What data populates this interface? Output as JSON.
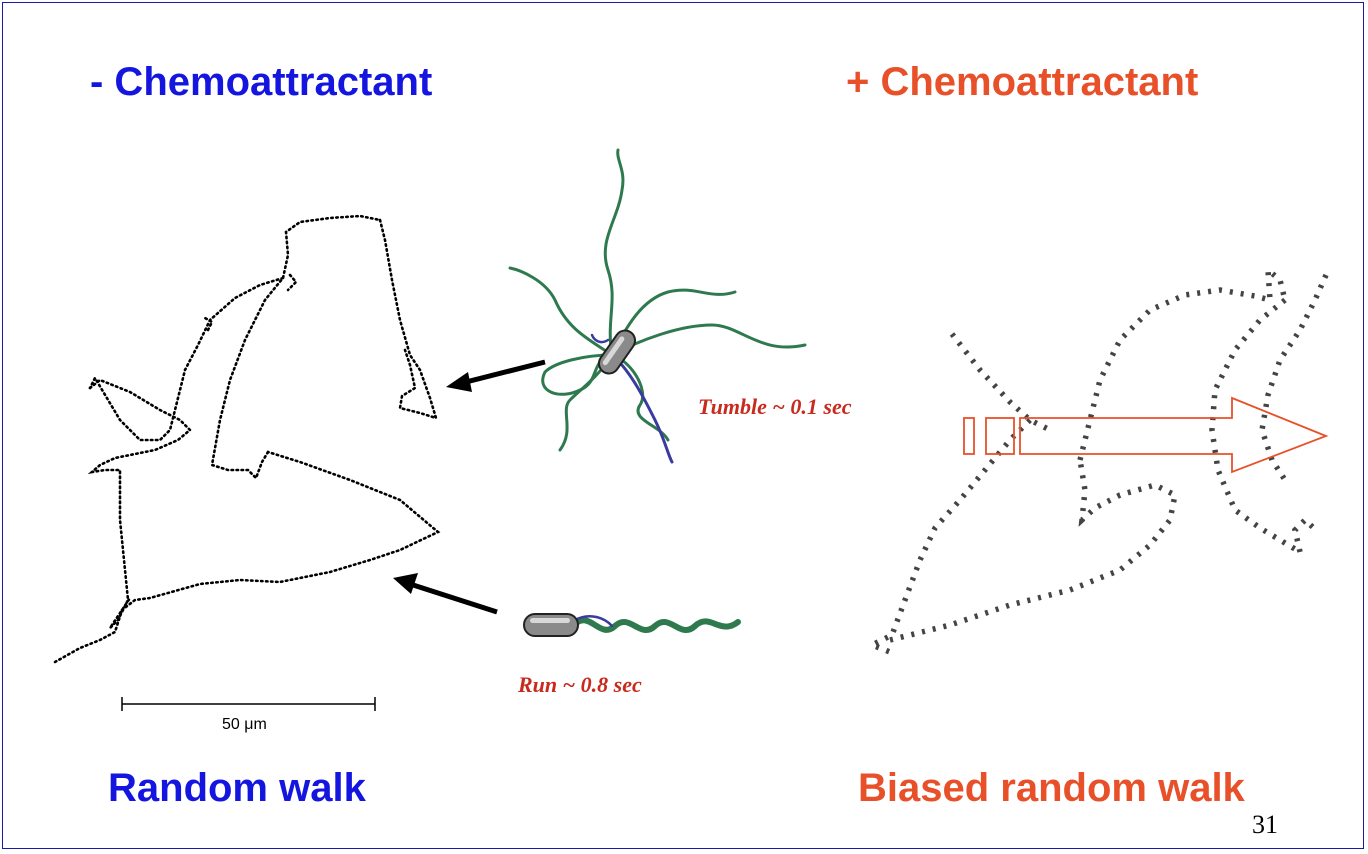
{
  "titles": {
    "left": "- Chemoattractant",
    "right": "+ Chemoattractant"
  },
  "captions": {
    "left": "Random walk",
    "right": "Biased random walk"
  },
  "labels": {
    "tumble": "Tumble ~ 0.1 sec",
    "run": "Run ~ 0.8 sec",
    "scale": "50 μm"
  },
  "page_number": "31",
  "colors": {
    "blue_text": "#1515e0",
    "orange_text": "#e8502a",
    "label_red": "#c82a1e",
    "flagella_green": "#2e7a4e",
    "flagella_purple": "#3b3aa0",
    "frame_blue": "#1a1aa8"
  }
}
